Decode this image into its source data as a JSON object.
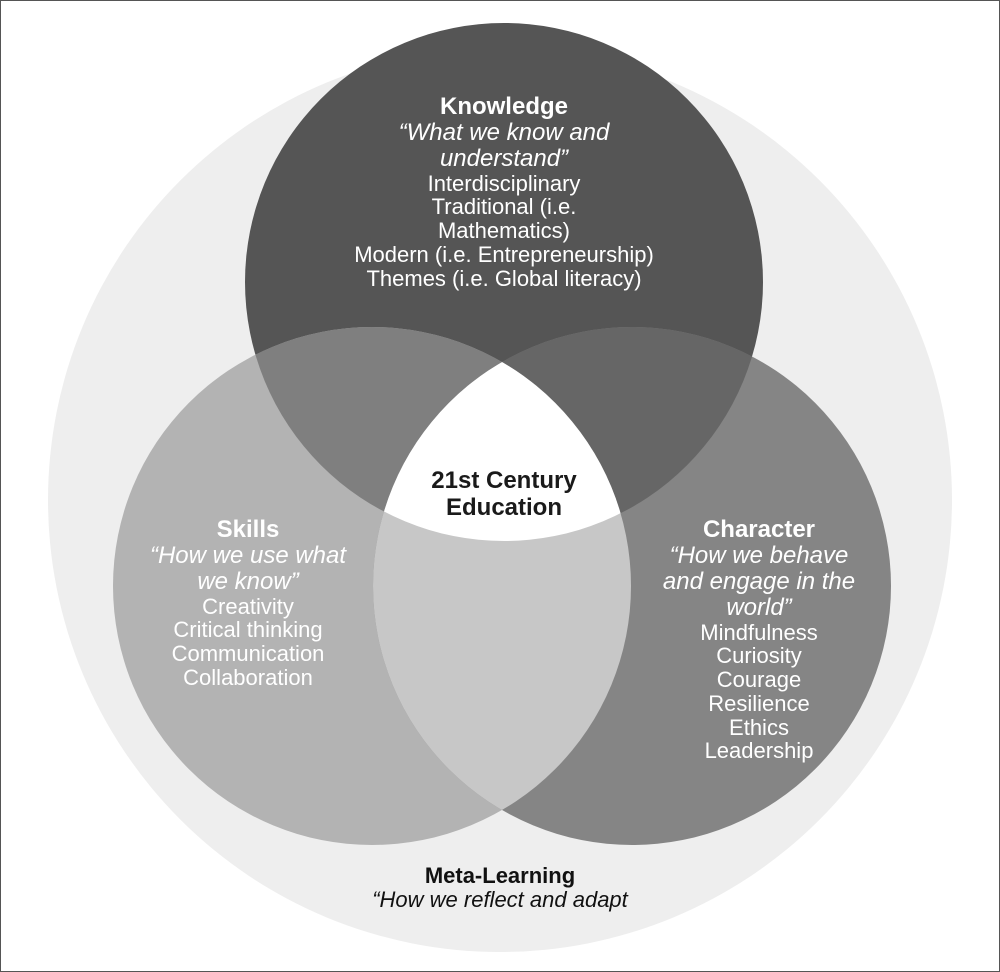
{
  "knowledge": {
    "title": "Knowledge",
    "quote_line1": "“What we know and",
    "quote_line2": "understand”",
    "items": [
      "Interdisciplinary",
      "Traditional (i.e.",
      "Mathematics)",
      "Modern (i.e. Entrepreneurship)",
      "Themes (i.e. Global literacy)"
    ]
  },
  "skills": {
    "title": "Skills",
    "quote_line1": "“How we use what",
    "quote_line2": "we know”",
    "items": [
      "Creativity",
      "Critical thinking",
      "Communication",
      "Collaboration"
    ]
  },
  "character": {
    "title": "Character",
    "quote_line1": "“How we behave",
    "quote_line2": "and engage in the",
    "quote_line3": "world”",
    "items": [
      "Mindfulness",
      "Curiosity",
      "Courage",
      "Resilience",
      "Ethics",
      "Leadership"
    ]
  },
  "center": {
    "line1": "21st Century",
    "line2": "Education"
  },
  "meta": {
    "title": "Meta-Learning",
    "quote": "“How we reflect and adapt"
  },
  "colors": {
    "outer_ring": "#eeeeee",
    "knowledge": "#555555",
    "skills": "#b3b3b3",
    "character": "#858585",
    "knowledge_skills": "#7f7f7f",
    "knowledge_character": "#666666",
    "skills_character": "#c7c7c7",
    "center": "#ffffff"
  }
}
